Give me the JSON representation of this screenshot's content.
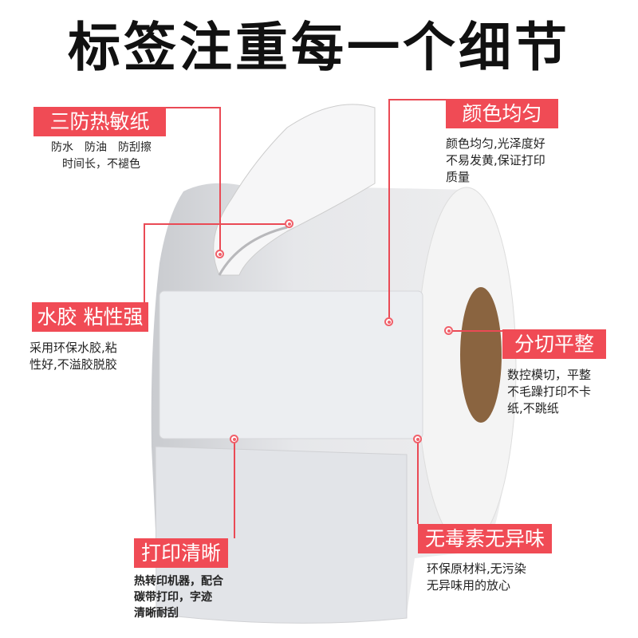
{
  "title": "标签注重每一个细节",
  "features": [
    {
      "label": "三防热敏纸",
      "desc": "防水　防油　防刮擦\n时间长，不褪色"
    },
    {
      "label": "颜色均匀",
      "desc": "颜色均匀,光泽度好\n不易发黄,保证打印\n质量"
    },
    {
      "label": "水胶 粘性强",
      "desc": "采用环保水胶,粘\n性好,不溢胶脱胶"
    },
    {
      "label": "分切平整",
      "desc": "数控模切，平整\n不毛躁打印不卡\n纸,不跳纸"
    },
    {
      "label": "打印清晰",
      "desc": "热转印机器，配合\n碳带打印，字迹\n清晰耐刮"
    },
    {
      "label": "无毒素无异味",
      "desc": "环保原材料,无污染\n无异味用的放心"
    }
  ],
  "colors": {
    "accent": "#f04b55",
    "core": "#8a6440"
  }
}
